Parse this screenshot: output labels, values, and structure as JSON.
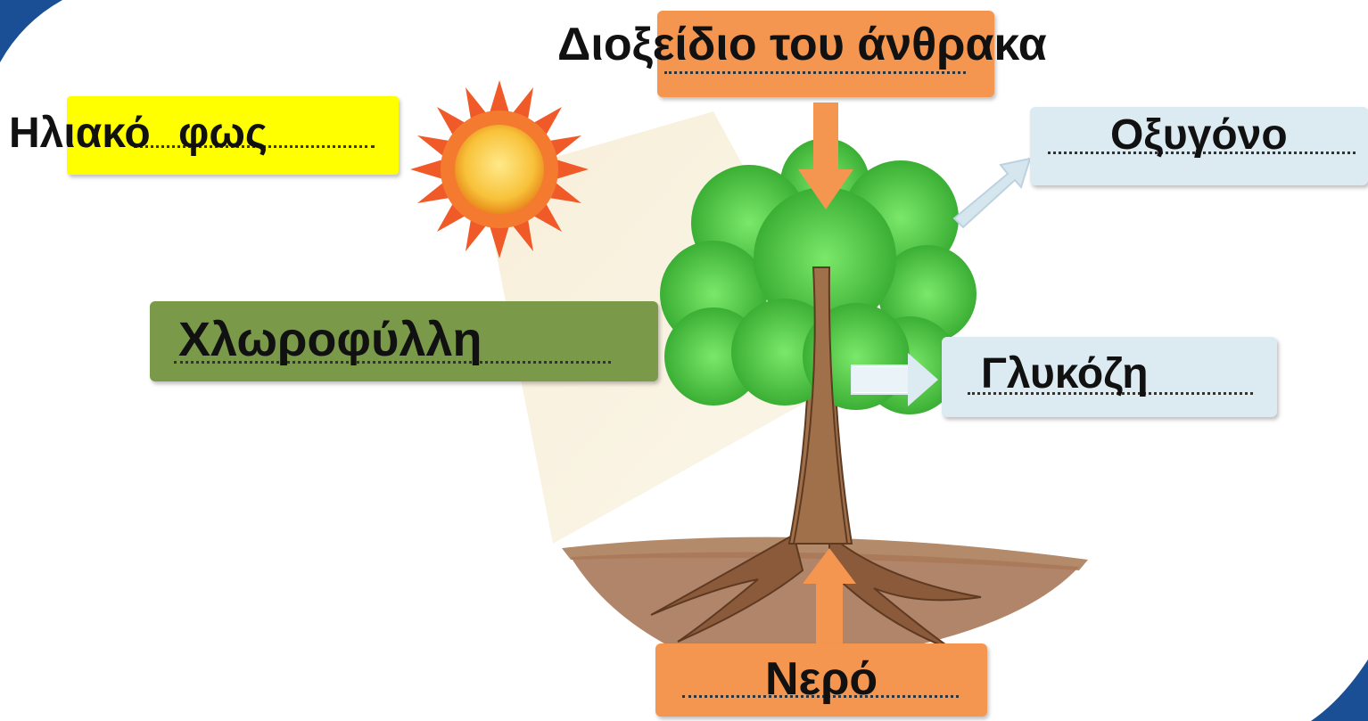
{
  "labels": {
    "co2": "Διοξείδιο του άνθρακα",
    "sunlight": "Ηλιακό φως",
    "oxygen": "Οξυγόνο",
    "chlorophyll": "Χλωροφύλλη",
    "glucose": "Γλυκόζη",
    "water": "Νερό"
  },
  "colors": {
    "orange": "#f4964f",
    "yellow": "#ffff00",
    "green": "#7a9a4a",
    "light_blue": "#dceaf2",
    "navy": "#1a4f96"
  }
}
